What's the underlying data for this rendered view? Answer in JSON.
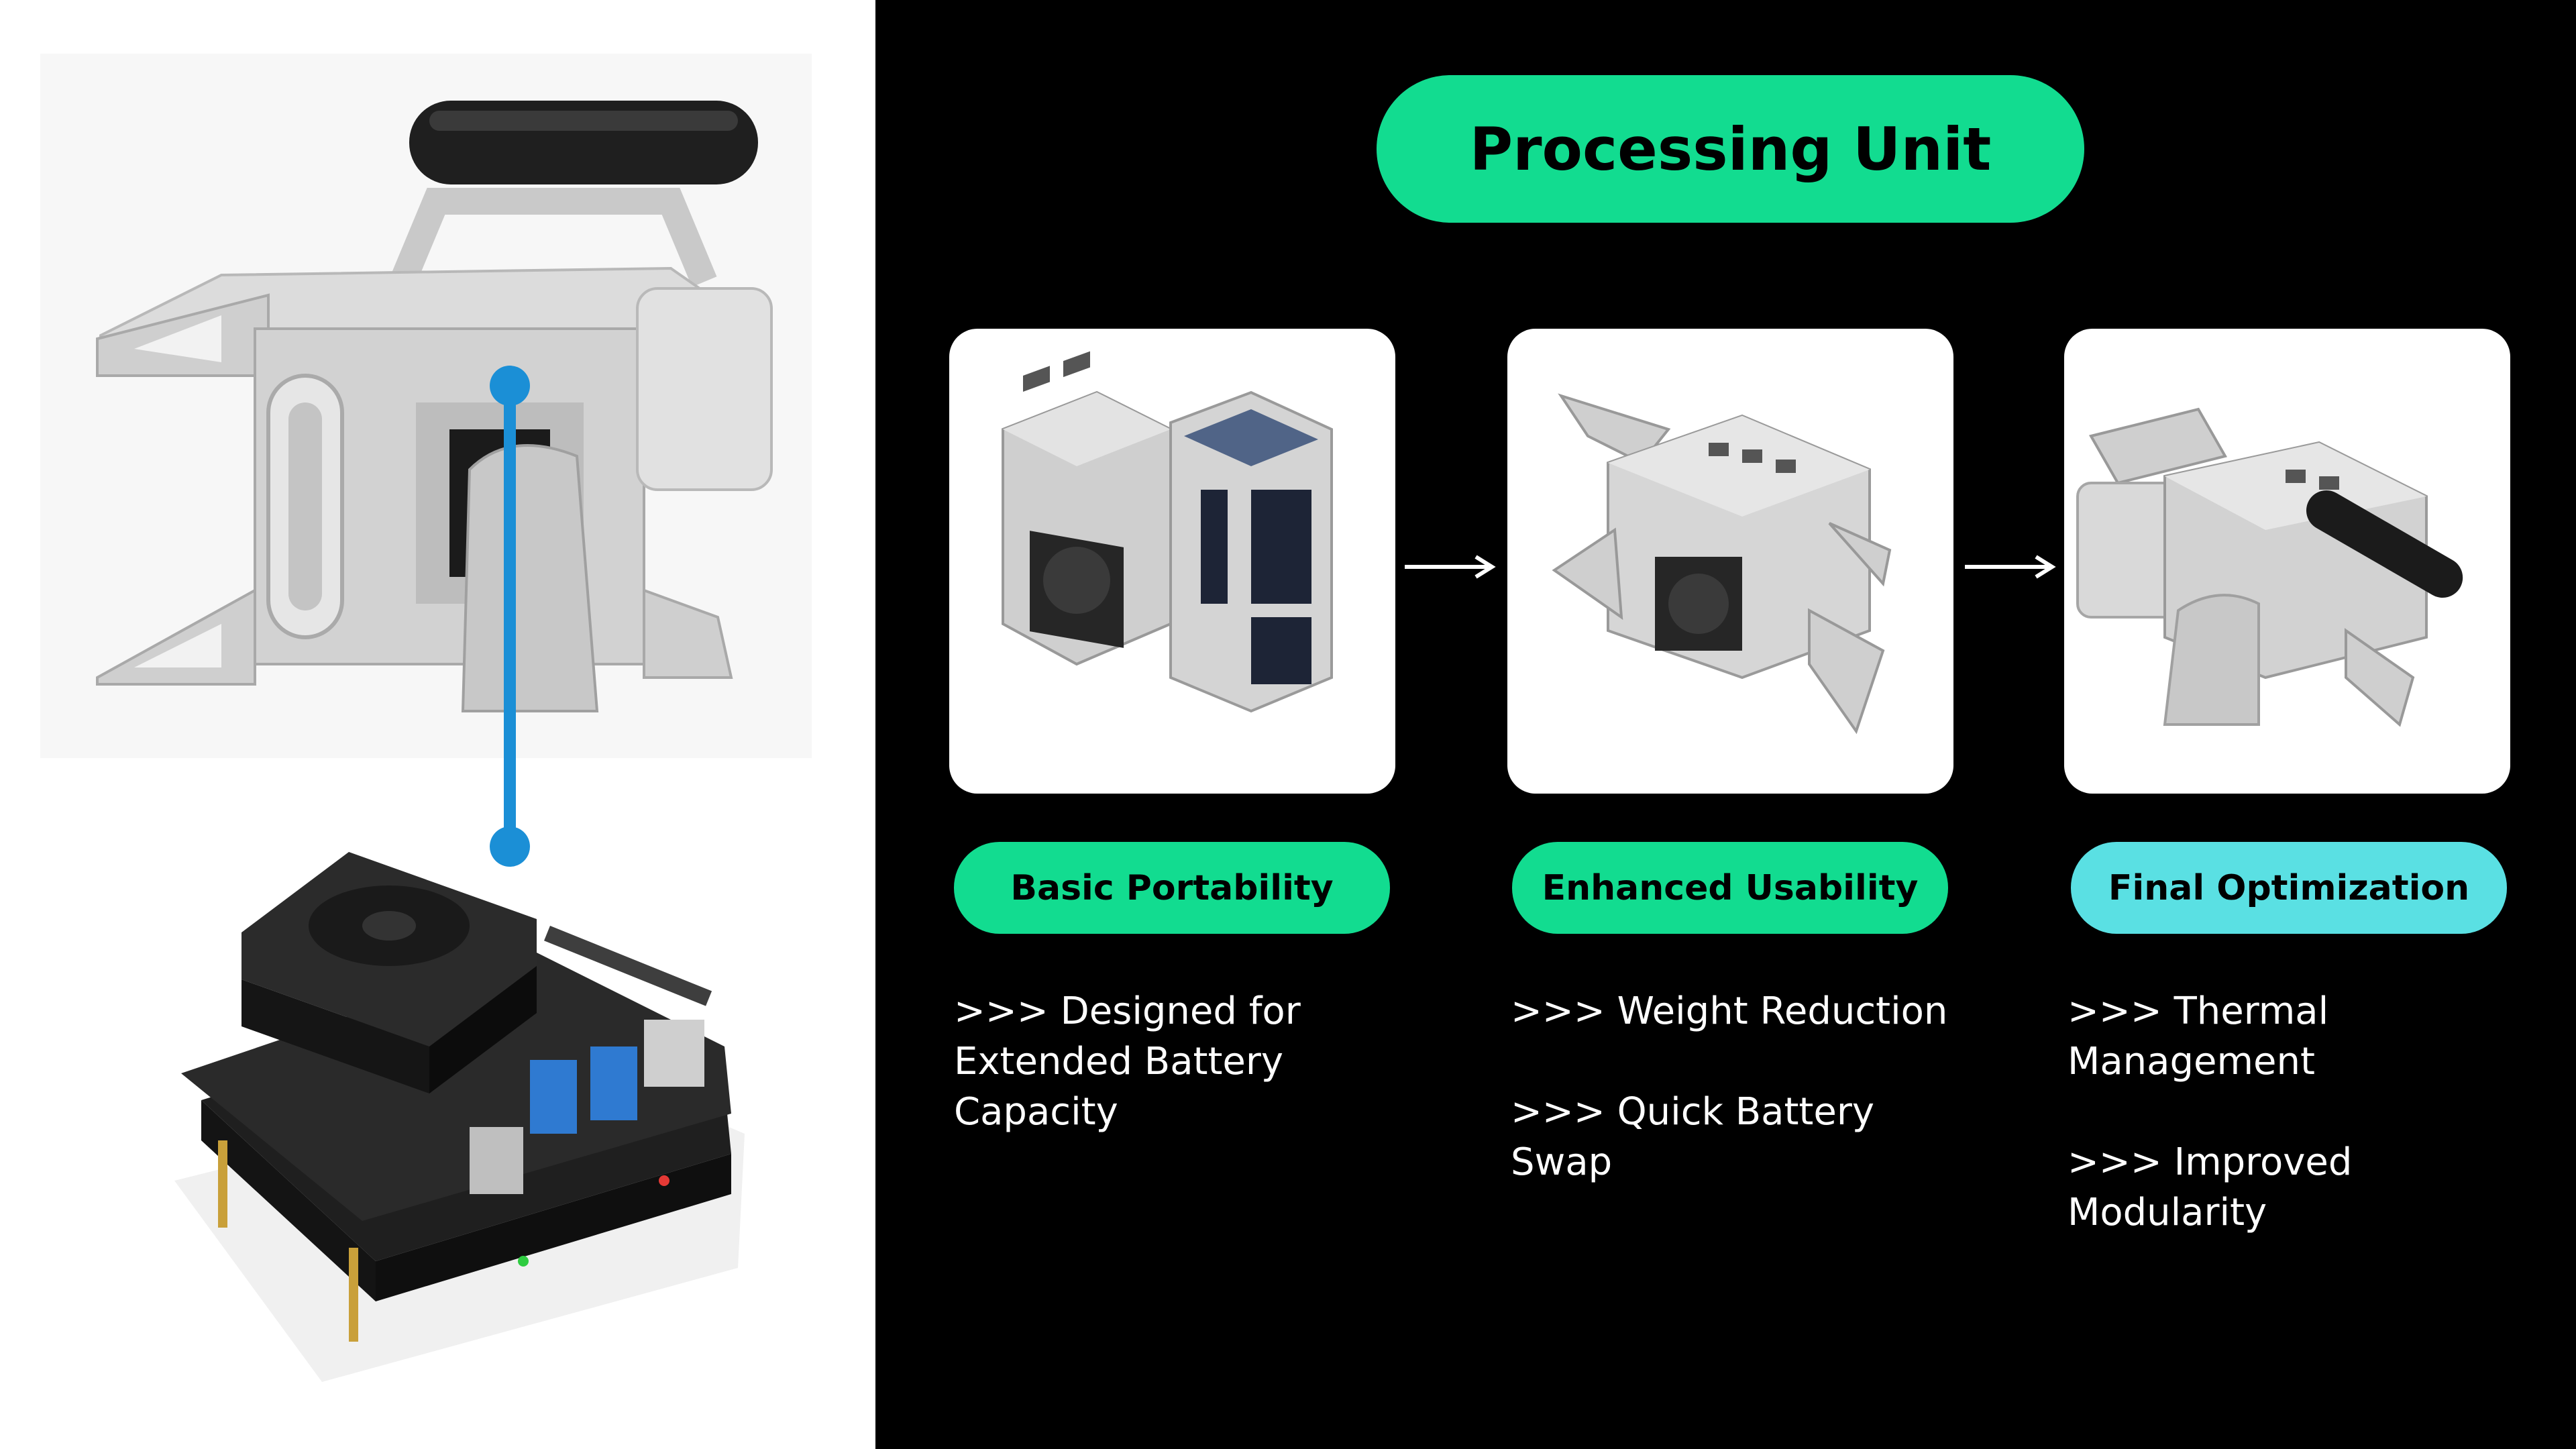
{
  "title": "Processing Unit",
  "colors": {
    "background": "#000000",
    "accent_green": "#12dc90",
    "accent_cyan": "#5ae0e3",
    "connector_blue": "#1b8fd6",
    "text": "#ffffff"
  },
  "left_panel": {
    "top_image": "handheld-device-render",
    "bottom_image": "compute-board-stack-photo",
    "connector": "blue-connector-line"
  },
  "stages": [
    {
      "label": "Basic Portability",
      "notes": [
        ">>> Designed for Extended Battery Capacity"
      ]
    },
    {
      "label": "Enhanced Usability",
      "notes": [
        ">>> Weight Reduction",
        ">>> Quick Battery Swap"
      ]
    },
    {
      "label": "Final Optimization",
      "notes": [
        ">>> Thermal Management",
        ">>> Improved Modularity"
      ]
    }
  ]
}
